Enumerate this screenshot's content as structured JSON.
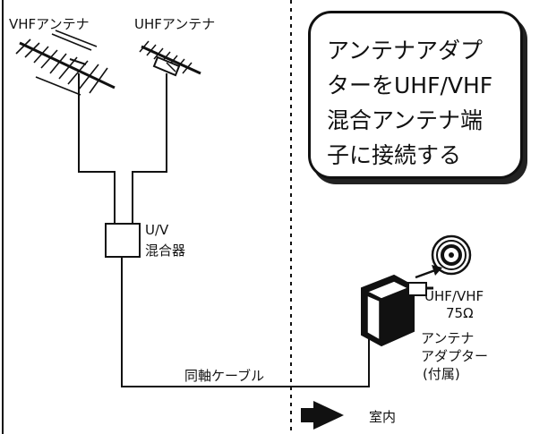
{
  "labels": {
    "vhf_antenna": "VHFアンテナ",
    "uhf_antenna": "UHFアンテナ",
    "mixer_line1": "U/V",
    "mixer_line2": "混合器",
    "coax_cable": "同軸ケーブル",
    "terminal_line1": "UHF/VHF",
    "terminal_line2": "75Ω",
    "adapter_line1": "アンテナ",
    "adapter_line2": "アダプター",
    "adapter_line3": "(付属)",
    "indoor": "室内"
  },
  "note": {
    "lines": [
      "アンテナアダプ",
      "ターをUHF/VHF",
      "混合アンテナ端",
      "子に接続する"
    ]
  },
  "colors": {
    "ink": "#111111",
    "paper": "#ffffff",
    "shadow": "#222222"
  }
}
